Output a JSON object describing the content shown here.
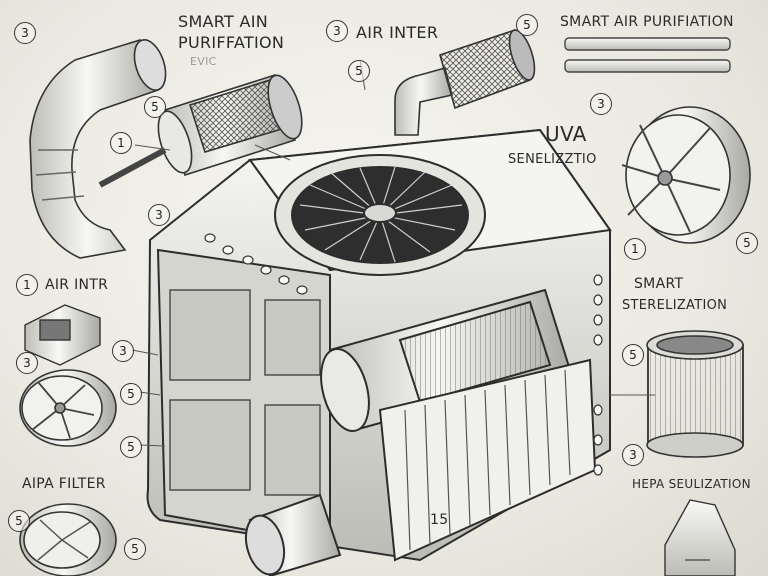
{
  "labels": {
    "smart_air": "SMART AIN",
    "purification": "PURIFFATION",
    "faint_sub": "EVIC",
    "air_inter_top": "AIR INTER",
    "smart_air_top_right": "SMART AIR PURIFIATION",
    "uva": "UVA",
    "senelizatio": "SENELIZZTIO",
    "air_inter_left": "AIR INTR",
    "smart": "SMART",
    "sterilization": "STERELIZATION",
    "aipa_filter": "AIPA FILTER",
    "hepa": "HEPA SEULIZATION",
    "unit_number": "15"
  },
  "callouts": [
    "3",
    "3",
    "5",
    "3",
    "5",
    "5",
    "1",
    "3",
    "1",
    "5",
    "3",
    "5",
    "5",
    "3",
    "5",
    "3",
    "5",
    "1",
    "5"
  ],
  "colors": {
    "ink": "#2a2a2a",
    "paper": "#efede6",
    "metal_light": "#f4f4f2",
    "metal_shade": "#b9b9b4"
  }
}
